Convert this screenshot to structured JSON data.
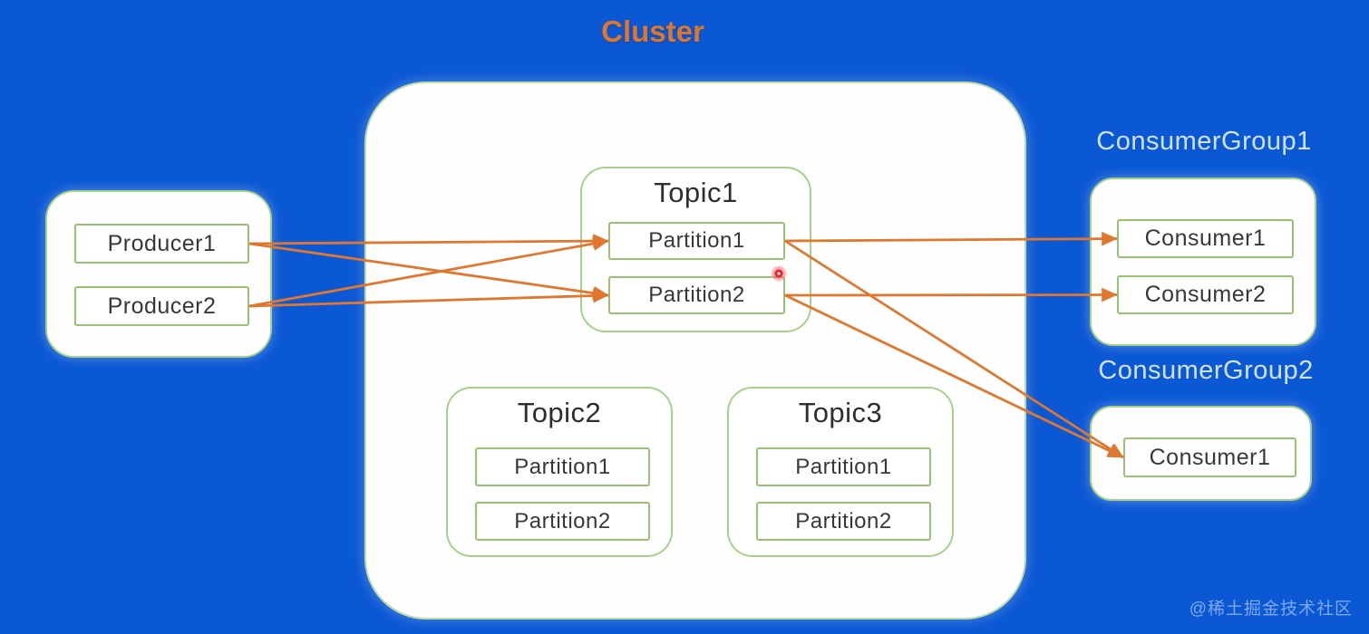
{
  "cluster": {
    "title": "Cluster",
    "topics": [
      {
        "name": "Topic1",
        "partitions": [
          {
            "label": "Partition1"
          },
          {
            "label": "Partition2"
          }
        ]
      },
      {
        "name": "Topic2",
        "partitions": [
          {
            "label": "Partition1"
          },
          {
            "label": "Partition2"
          }
        ]
      },
      {
        "name": "Topic3",
        "partitions": [
          {
            "label": "Partition1"
          },
          {
            "label": "Partition2"
          }
        ]
      }
    ]
  },
  "producers": {
    "items": [
      {
        "label": "Producer1"
      },
      {
        "label": "Producer2"
      }
    ]
  },
  "consumer_groups": [
    {
      "name": "ConsumerGroup1",
      "consumers": [
        {
          "label": "Consumer1"
        },
        {
          "label": "Consumer2"
        }
      ]
    },
    {
      "name": "ConsumerGroup2",
      "consumers": [
        {
          "label": "Consumer1"
        }
      ]
    }
  ],
  "connections": [
    {
      "from": "producer1-box",
      "to": "topic1-partition1",
      "fromSide": "right",
      "toSide": "left"
    },
    {
      "from": "producer1-box",
      "to": "topic1-partition2",
      "fromSide": "right",
      "toSide": "left"
    },
    {
      "from": "producer2-box",
      "to": "topic1-partition1",
      "fromSide": "right",
      "toSide": "left"
    },
    {
      "from": "producer2-box",
      "to": "topic1-partition2",
      "fromSide": "right",
      "toSide": "left"
    },
    {
      "from": "topic1-partition1",
      "to": "cg1-consumer1",
      "fromSide": "right",
      "toSide": "left"
    },
    {
      "from": "topic1-partition2",
      "to": "cg1-consumer2",
      "fromSide": "right",
      "toSide": "left"
    },
    {
      "from": "topic1-partition1",
      "to": "cg2-consumer1",
      "fromSide": "right",
      "toSide": "left"
    },
    {
      "from": "topic1-partition2",
      "to": "cg2-consumer1",
      "fromSide": "right",
      "toSide": "left"
    }
  ],
  "annotations": {
    "laser_pointer_visible": true
  },
  "watermark": {
    "text": "@稀土掘金技术社区"
  },
  "colors": {
    "background": "#0b58d4",
    "arrow": "#e0772e",
    "cluster_title": "#dd7633",
    "outer_box_border": "#a6d189",
    "inner_box_border": "#98c272",
    "cluster_box_border": "#bcdda6",
    "group_label_text": "#cfe2fb",
    "box_text": "#383838"
  }
}
